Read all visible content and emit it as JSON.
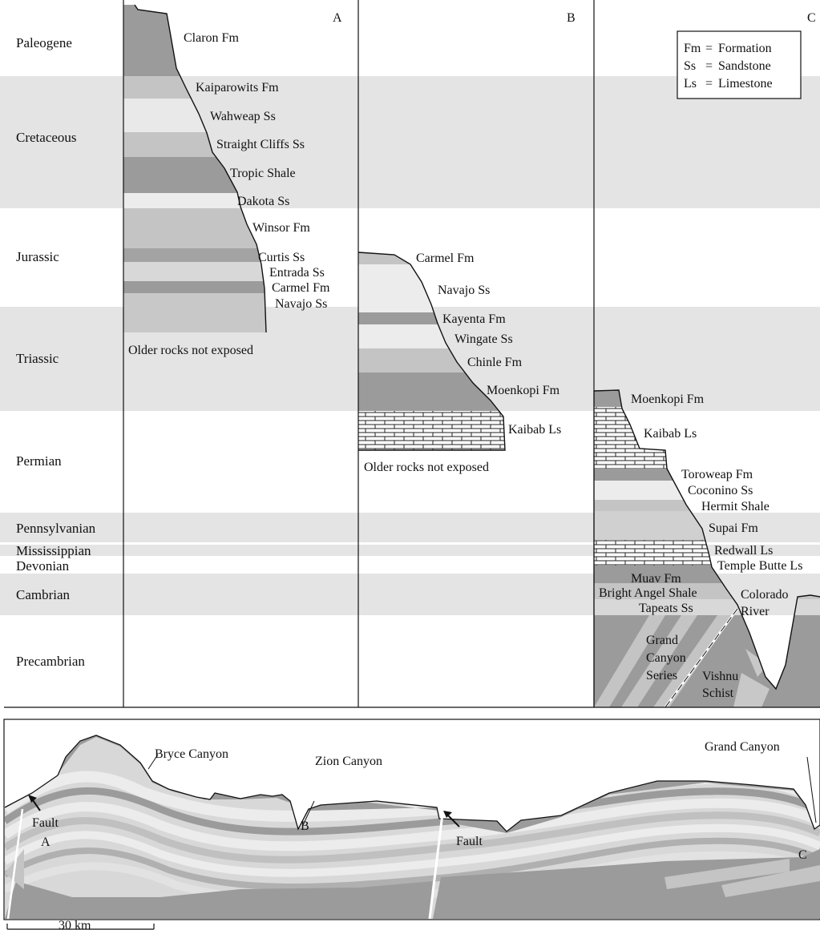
{
  "periods": [
    {
      "name": "Paleogene"
    },
    {
      "name": "Cretaceous"
    },
    {
      "name": "Jurassic"
    },
    {
      "name": "Triassic"
    },
    {
      "name": "Permian"
    },
    {
      "name": "Pennsylvanian"
    },
    {
      "name": "Mississippian"
    },
    {
      "name": "Devonian"
    },
    {
      "name": "Cambrian"
    },
    {
      "name": "Precambrian"
    }
  ],
  "columns": {
    "A": {
      "label": "A",
      "formations": [
        "Claron Fm",
        "Kaiparowits Fm",
        "Wahweap Ss",
        "Straight Cliffs Ss",
        "Tropic Shale",
        "Dakota Ss",
        "Winsor Fm",
        "Curtis Ss",
        "Entrada Ss",
        "Carmel Fm",
        "Navajo Ss"
      ],
      "note": "Older rocks not exposed"
    },
    "B": {
      "label": "B",
      "formations": [
        "Carmel Fm",
        "Navajo Ss",
        "Kayenta Fm",
        "Wingate Ss",
        "Chinle Fm",
        "Moenkopi Fm",
        "Kaibab Ls"
      ],
      "note": "Older rocks not exposed"
    },
    "C": {
      "label": "C",
      "formations": [
        "Moenkopi Fm",
        "Kaibab Ls",
        "Toroweap Fm",
        "Coconino Ss",
        "Hermit Shale",
        "Supai Fm",
        "Redwall Ls",
        "Temple Butte Ls",
        "Muav Fm",
        "Bright Angel Shale",
        "Tapeats Ss"
      ],
      "grand_canyon_series": [
        "Grand",
        "Canyon",
        "Series"
      ],
      "vishnu": [
        "Vishnu",
        "Schist"
      ],
      "river": [
        "Colorado",
        "River"
      ]
    }
  },
  "legend": [
    {
      "abbr": "Fm",
      "eq": "=",
      "meaning": "Formation"
    },
    {
      "abbr": "Ss",
      "eq": "=",
      "meaning": "Sandstone"
    },
    {
      "abbr": "Ls",
      "eq": "=",
      "meaning": "Limestone"
    }
  ],
  "cross_section": {
    "places": [
      "Bryce Canyon",
      "Zion Canyon",
      "Grand Canyon"
    ],
    "fault_label": "Fault",
    "point_a": "A",
    "point_b": "B",
    "point_c": "C",
    "scale": "30 km"
  },
  "colors": {
    "band": "#e4e4e4",
    "light": "#d3d3d3",
    "medium": "#b8b8b8",
    "dark": "#9b9b9b",
    "darkest": "#8e8e8e",
    "lightest": "#ececec"
  }
}
